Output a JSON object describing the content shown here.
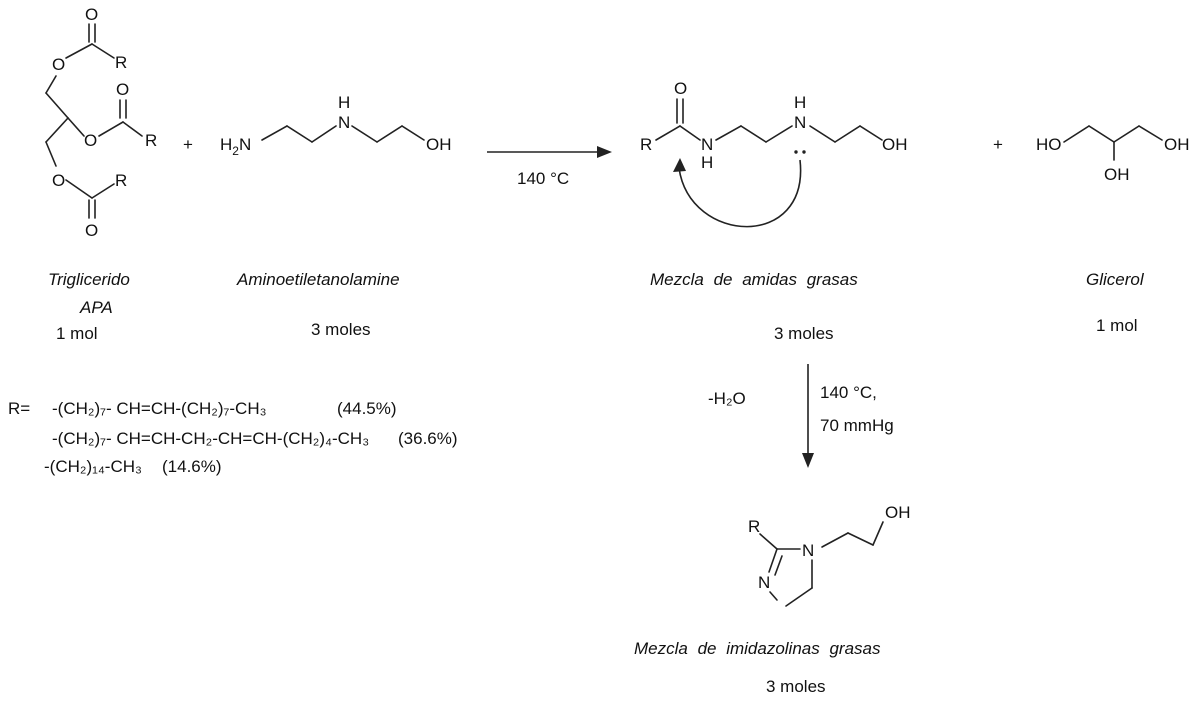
{
  "reactants": {
    "triglyceride": {
      "name": "Triglicerido",
      "abbr": "APA",
      "amount": "1 mol"
    },
    "amine": {
      "name": "Aminoetiletanolamine",
      "amount": "3 moles"
    }
  },
  "reaction1": {
    "plus": "+",
    "condition": "140 °C"
  },
  "products": {
    "amides": {
      "name": "Mezcla de amidas grasas",
      "amount": "3 moles"
    },
    "plus": "+",
    "glycerol": {
      "name": "Glicerol",
      "amount": "1 mol"
    }
  },
  "reaction2": {
    "byproduct": "-H₂O",
    "condition_temp": "140 °C,",
    "condition_pressure": "70 mmHg"
  },
  "final_product": {
    "name": "Mezcla de imidazolinas grasas",
    "amount": "3 moles"
  },
  "r_groups": {
    "prefix": "R=",
    "items": [
      {
        "formula": "-(CH₂)₇- CH=CH-(CH₂)₇-CH₃",
        "percent": "(44.5%)"
      },
      {
        "formula": "-(CH₂)₇- CH=CH-CH₂-CH=CH-(CH₂)₄-CH₃",
        "percent": "(36.6%)"
      },
      {
        "formula": "-(CH₂)₁₄-CH₃",
        "percent": "(14.6%)"
      }
    ]
  }
}
